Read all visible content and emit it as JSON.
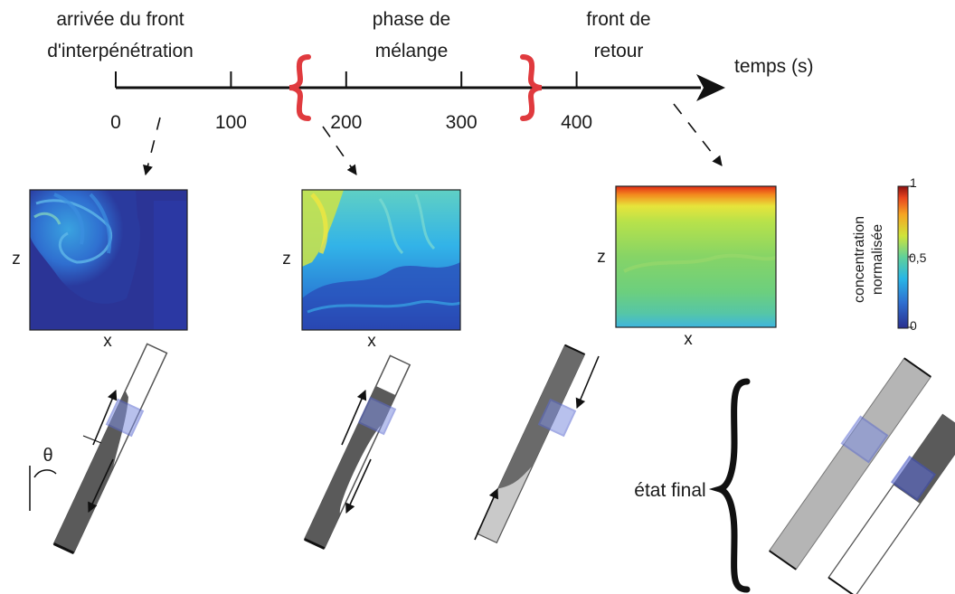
{
  "phases": {
    "arrival": [
      "arrivée du front",
      "d'interpénétration"
    ],
    "mixing": [
      "phase de",
      "mélange"
    ],
    "return": [
      "front de",
      "retour"
    ]
  },
  "timeline": {
    "axis_label": "temps (s)",
    "ticks": [
      "0",
      "100",
      "200",
      "300",
      "400"
    ],
    "range": [
      0,
      530
    ]
  },
  "panels": {
    "z_label": "z",
    "x_label": "x"
  },
  "colorbar": {
    "title": [
      "concentration",
      "normalisée"
    ],
    "ticks": [
      "0",
      "0,5",
      "1"
    ]
  },
  "final_state_label": "état final",
  "angle_label": "θ",
  "colors": {
    "bracket_red": "#e03a3e",
    "axis_black": "#111111",
    "tube_dark": "#5a5a5a",
    "tube_light": "#c9c9c9",
    "window_blue": "#7f8fe0"
  }
}
